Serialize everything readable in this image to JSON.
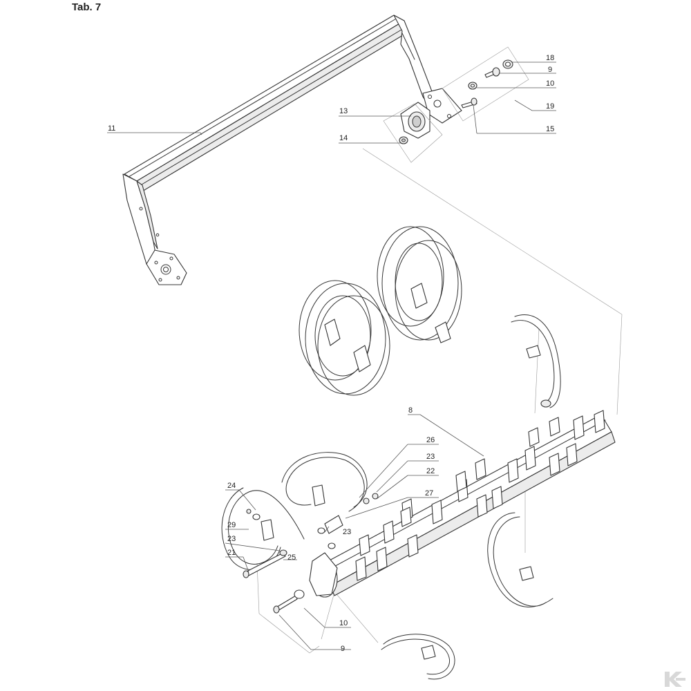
{
  "header": {
    "title": "Tab. 7"
  },
  "callouts": {
    "c11": "11",
    "c13": "13",
    "c14": "14",
    "c18": "18",
    "c9a": "9",
    "c10a": "10",
    "c19": "19",
    "c15": "15",
    "c8": "8",
    "c26": "26",
    "c23a": "23",
    "c22": "22",
    "c24": "24",
    "c27": "27",
    "c29": "29",
    "c23b": "23",
    "c23c": "23",
    "c25": "25",
    "c21": "21",
    "c10b": "10",
    "c9b": "9"
  },
  "logo": {
    "icon": "kramp-k-logo-icon"
  }
}
